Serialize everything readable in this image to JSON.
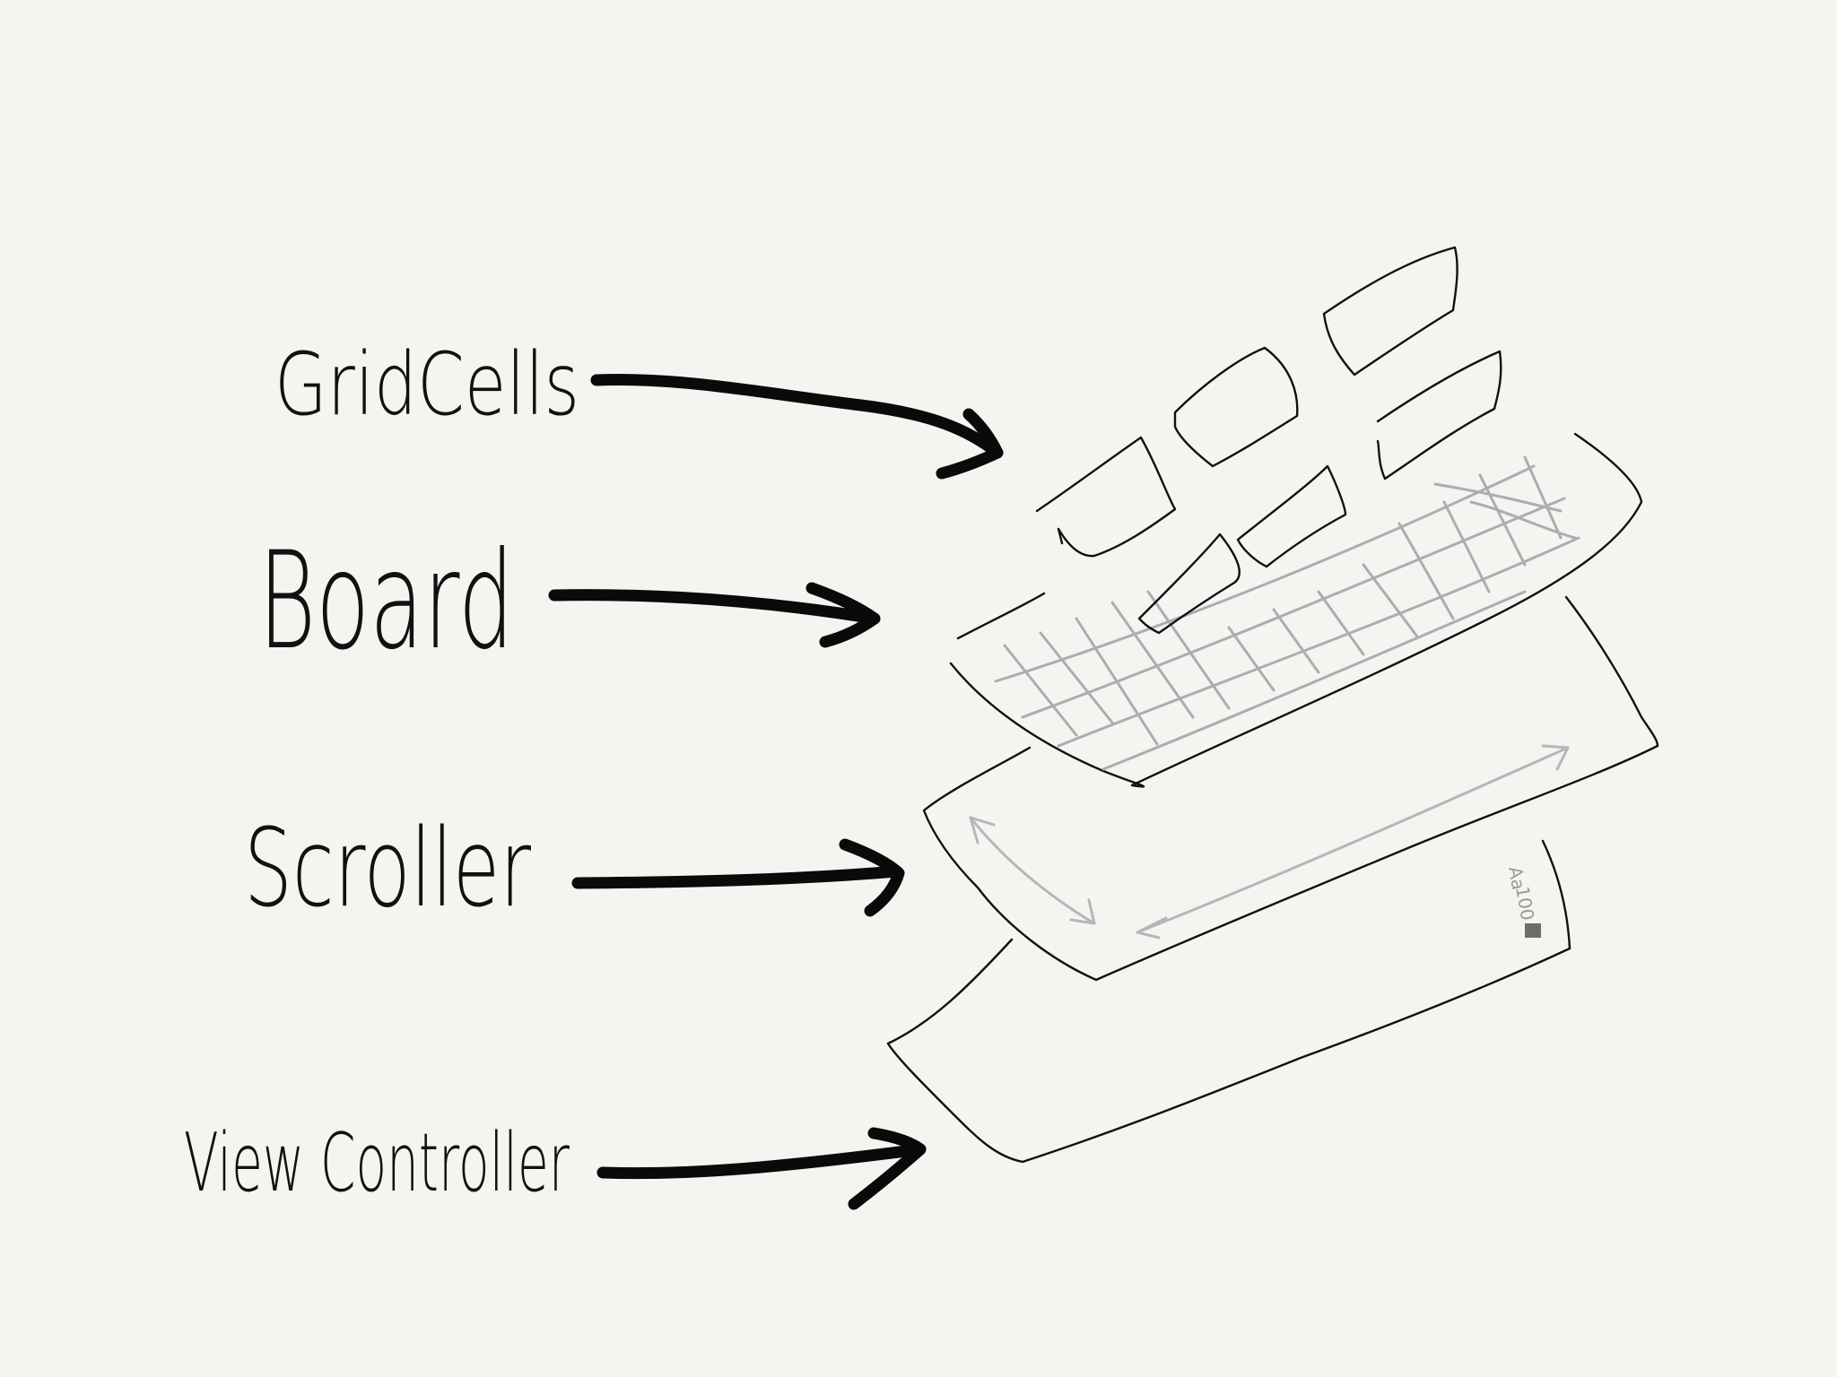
{
  "labels": {
    "grid_cells": "GridCells",
    "board": "Board",
    "scroller": "Scroller",
    "view_controller": "View Controller"
  },
  "colors": {
    "background": "#f5f4f0",
    "ink": "#111111",
    "grid_pencil": "#a9aeb2"
  }
}
